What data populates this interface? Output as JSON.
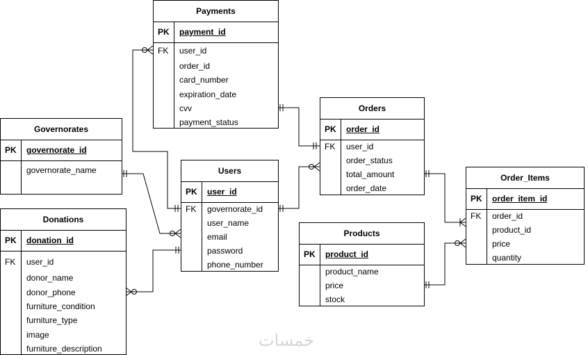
{
  "entities": {
    "payments": {
      "title": "Payments",
      "pk_label": "PK",
      "pk": "payment_id",
      "fk_label": "FK",
      "fields": [
        "user_id",
        "order_id",
        "card_number",
        "expiration_date",
        "cvv",
        "payment_status"
      ]
    },
    "orders": {
      "title": "Orders",
      "pk_label": "PK",
      "pk": "order_id",
      "fk_label": "FK",
      "fields": [
        "user_id",
        "order_status",
        "total_amount",
        "order_date"
      ]
    },
    "governorates": {
      "title": "Governorates",
      "pk_label": "PK",
      "pk": "governorate_id",
      "fields": [
        "governorate_name"
      ]
    },
    "users": {
      "title": "Users",
      "pk_label": "PK",
      "pk": "user_id",
      "fk_label": "FK",
      "fields": [
        "governorate_id",
        "user_name",
        "email",
        "password",
        "phone_number"
      ]
    },
    "order_items": {
      "title": "Order_Items",
      "pk_label": "PK",
      "pk": "order_item_id",
      "fk_label": "FK",
      "fields": [
        "order_id",
        "product_id",
        "price",
        "quantity"
      ]
    },
    "products": {
      "title": "Products",
      "pk_label": "PK",
      "pk": "product_id",
      "fields": [
        "product_name",
        "price",
        "stock"
      ]
    },
    "donations": {
      "title": "Donations",
      "pk_label": "PK",
      "pk": "donation_id",
      "fk_label": "FK",
      "fields": [
        "user_id",
        "donor_name",
        "donor_phone",
        "furniture_condition",
        "furniture_type",
        "image",
        "furniture_description"
      ]
    }
  },
  "relationships": [
    {
      "from": "users",
      "from_end": "one-mandatory",
      "to": "payments",
      "to_end": "zero-or-many"
    },
    {
      "from": "orders",
      "from_end": "one-mandatory",
      "to": "payments",
      "to_end": "one-mandatory"
    },
    {
      "from": "users",
      "from_end": "one-mandatory",
      "to": "orders",
      "to_end": "zero-or-many"
    },
    {
      "from": "governorates",
      "from_end": "one-mandatory",
      "to": "users",
      "to_end": "zero-or-many"
    },
    {
      "from": "users",
      "from_end": "one-mandatory",
      "to": "donations",
      "to_end": "zero-or-many"
    },
    {
      "from": "orders",
      "from_end": "one-mandatory",
      "to": "order_items",
      "to_end": "one-or-many"
    },
    {
      "from": "products",
      "from_end": "one-mandatory",
      "to": "order_items",
      "to_end": "zero-or-many"
    }
  ],
  "watermark": "خمسات"
}
